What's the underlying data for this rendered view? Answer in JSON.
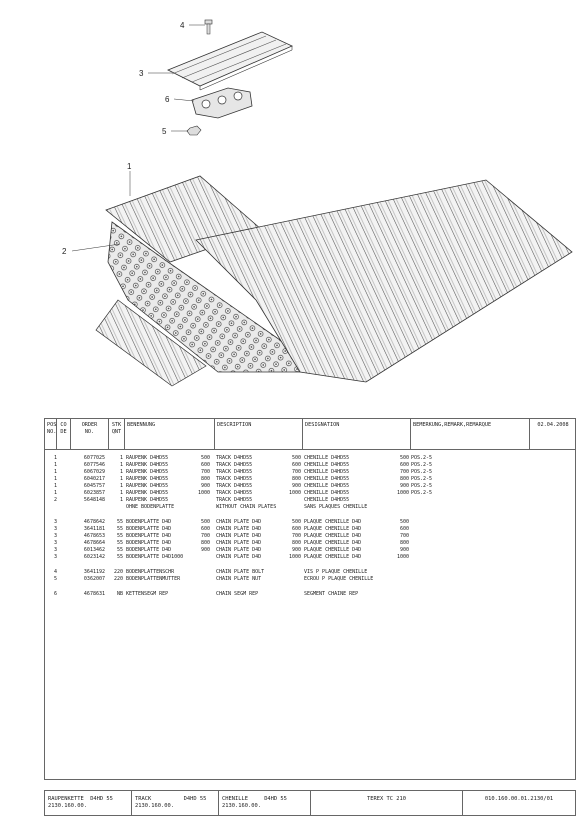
{
  "header": {
    "pos_no": [
      "POS",
      "NO."
    ],
    "co_de": [
      "CO",
      "DE"
    ],
    "order_no": [
      "ORDER",
      "NO."
    ],
    "stk_qnt": [
      "STK",
      "QNT"
    ],
    "benennung": "BENENNUNG",
    "description": "DESCRIPTION",
    "designation": "DESIGNATION",
    "bemerkung": "BEMERKUNG,REMARK,REMARQUE",
    "date": "02.04.2008"
  },
  "callouts": [
    "4",
    "3",
    "6",
    "5",
    "1",
    "2"
  ],
  "rows": [
    {
      "pos": "1",
      "order": "6077025",
      "qty": "1",
      "ben": "RAUPENK D4HD55",
      "ben_n": "500",
      "desc": "TRACK D4HD55",
      "desc_n": "500",
      "desig": "CHENILLE D4HD55",
      "desig_n": "500",
      "remark": "POS.2-5"
    },
    {
      "pos": "1",
      "order": "6077546",
      "qty": "1",
      "ben": "RAUPENK D4HD55",
      "ben_n": "600",
      "desc": "TRACK D4HD55",
      "desc_n": "600",
      "desig": "CHENILLE D4HD55",
      "desig_n": "600",
      "remark": "POS.2-5"
    },
    {
      "pos": "1",
      "order": "6067029",
      "qty": "1",
      "ben": "RAUPENK D4HD55",
      "ben_n": "700",
      "desc": "TRACK D4HD55",
      "desc_n": "700",
      "desig": "CHENILLE D4HD55",
      "desig_n": "700",
      "remark": "POS.2-5"
    },
    {
      "pos": "1",
      "order": "6040217",
      "qty": "1",
      "ben": "RAUPENK D4HD55",
      "ben_n": "800",
      "desc": "TRACK D4HD55",
      "desc_n": "800",
      "desig": "CHENILLE D4HD55",
      "desig_n": "800",
      "remark": "POS.2-5"
    },
    {
      "pos": "1",
      "order": "6045757",
      "qty": "1",
      "ben": "RAUPENK D4HD55",
      "ben_n": "900",
      "desc": "TRACK D4HD55",
      "desc_n": "900",
      "desig": "CHENILLE D4HD55",
      "desig_n": "900",
      "remark": "POS.2-5"
    },
    {
      "pos": "1",
      "order": "6023857",
      "qty": "1",
      "ben": "RAUPENK D4HD55",
      "ben_n": "1000",
      "desc": "TRACK D4HD55",
      "desc_n": "1000",
      "desig": "CHENILLE D4HD55",
      "desig_n": "1000",
      "remark": "POS.2-5"
    },
    {
      "pos": "2",
      "order": "5648148",
      "qty": "1",
      "ben": "RAUPENK D4HD55",
      "ben_n": "",
      "desc": "TRACK D4HD55",
      "desc_n": "",
      "desig": "CHENILLE D4HD55",
      "desig_n": "",
      "remark": ""
    },
    {
      "pos": "",
      "order": "",
      "qty": "",
      "ben": "OHNE BODENPLATTE",
      "ben_n": "",
      "desc": "WITHOUT CHAIN PLATES",
      "desc_n": "",
      "desig": "SANS PLAQUES CHENILLE",
      "desig_n": "",
      "remark": ""
    },
    {
      "gap": true
    },
    {
      "pos": "3",
      "order": "4678642",
      "qty": "55",
      "ben": "BODENPLATTE D4D",
      "ben_n": "500",
      "desc": "CHAIN PLATE D4D",
      "desc_n": "500",
      "desig": "PLAQUE CHENILLE D4D",
      "desig_n": "500",
      "remark": ""
    },
    {
      "pos": "3",
      "order": "3641181",
      "qty": "55",
      "ben": "BODENPLATTE D4D",
      "ben_n": "600",
      "desc": "CHAIN PLATE D4D",
      "desc_n": "600",
      "desig": "PLAQUE CHENILLE D4D",
      "desig_n": "600",
      "remark": ""
    },
    {
      "pos": "3",
      "order": "4678653",
      "qty": "55",
      "ben": "BODENPLATTE D4D",
      "ben_n": "700",
      "desc": "CHAIN PLATE D4D",
      "desc_n": "700",
      "desig": "PLAQUE CHENILLE D4D",
      "desig_n": "700",
      "remark": ""
    },
    {
      "pos": "3",
      "order": "4678664",
      "qty": "55",
      "ben": "BODENPLATTE D4D",
      "ben_n": "800",
      "desc": "CHAIN PLATE D4D",
      "desc_n": "800",
      "desig": "PLAQUE CHENILLE D4D",
      "desig_n": "800",
      "remark": ""
    },
    {
      "pos": "3",
      "order": "6013462",
      "qty": "55",
      "ben": "BODENPLATTE D4D",
      "ben_n": "900",
      "desc": "CHAIN PLATE D4D",
      "desc_n": "900",
      "desig": "PLAQUE CHENILLE D4D",
      "desig_n": "900",
      "remark": ""
    },
    {
      "pos": "3",
      "order": "6023142",
      "qty": "55",
      "ben": "BODENPLATTE D4D1000",
      "ben_n": "",
      "desc": "CHAIN PLATE D4D",
      "desc_n": "1000",
      "desig": "PLAQUE CHENILLE D4D",
      "desig_n": "1000",
      "remark": ""
    },
    {
      "gap": true
    },
    {
      "pos": "4",
      "order": "3641192",
      "qty": "220",
      "ben": "BODENPLATTENSCHR",
      "ben_n": "",
      "desc": "CHAIN PLATE BOLT",
      "desc_n": "",
      "desig": "VIS P PLAQUE CHENILLE",
      "desig_n": "",
      "remark": ""
    },
    {
      "pos": "5",
      "order": "0362007",
      "qty": "220",
      "ben": "BODENPLATTENMUTTER",
      "ben_n": "",
      "desc": "CHAIN PLATE NUT",
      "desc_n": "",
      "desig": "ECROU P PLAQUE CHENILLE",
      "desig_n": "",
      "remark": ""
    },
    {
      "gap": true
    },
    {
      "pos": "6",
      "order": "4678631",
      "qty": "NB",
      "ben": "KETTENSEGM REP",
      "ben_n": "",
      "desc": "CHAIN SEGM REP",
      "desc_n": "",
      "desig": "SEGMENT CHAINE REP",
      "desig_n": "",
      "remark": ""
    }
  ],
  "footer": {
    "col1_title": "RAUPENKETTE  D4HD 55",
    "col1_code": "2130.160.00.",
    "col2_title": "TRACK          D4HD 55",
    "col2_code": "2130.160.00.",
    "col3_title": "CHENILLE     D4HD 55",
    "col3_code": "2130.160.00.",
    "machine": "TEREX TC 210",
    "doc_no": "010.160.00.01.2130/01"
  }
}
